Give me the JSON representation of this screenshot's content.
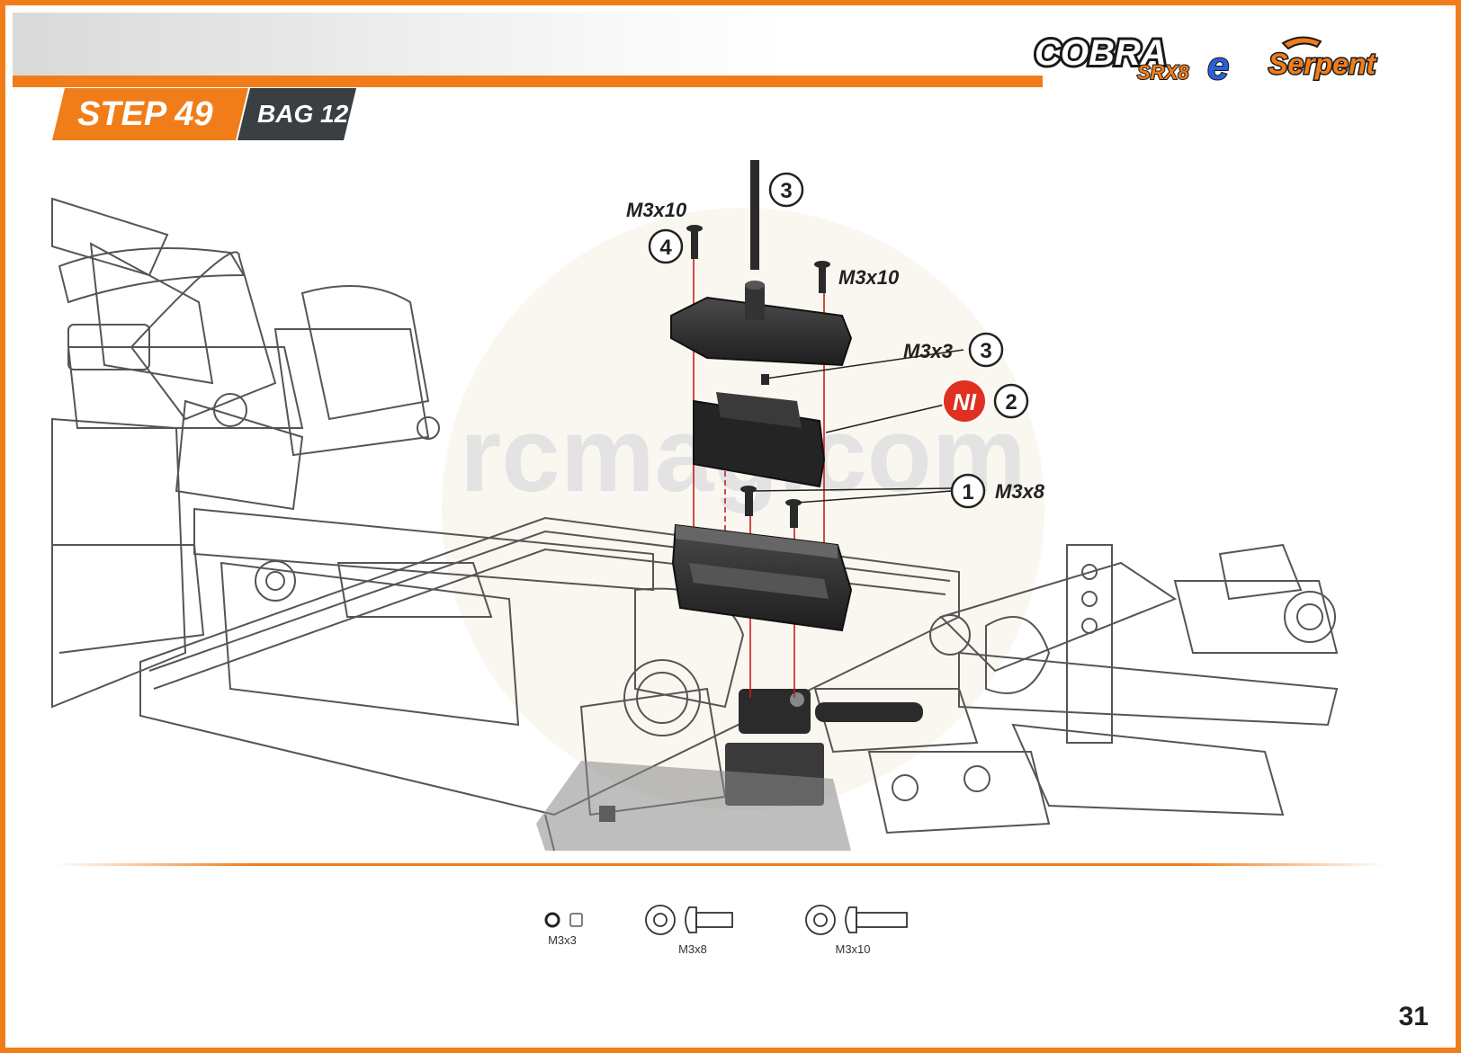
{
  "header": {
    "step_label": "STEP 49",
    "bag_label": "BAG 12",
    "brand_cobra": "COBRA",
    "brand_srx8e": "SRX8",
    "brand_e": "e",
    "brand_serpent": "Serpent"
  },
  "callouts": {
    "rod": {
      "number": "3"
    },
    "screw_top_left": {
      "number": "4",
      "size": "M3x10"
    },
    "screw_top_right": {
      "size": "M3x10"
    },
    "grub_screw": {
      "number": "3",
      "size": "M3x3"
    },
    "receiver": {
      "badge": "NI",
      "number": "2"
    },
    "box_screws": {
      "number": "1",
      "size": "M3x8"
    }
  },
  "watermark": "rcmag.com",
  "hardware": [
    {
      "label": "M3x3"
    },
    {
      "label": "M3x8"
    },
    {
      "label": "M3x10"
    }
  ],
  "page_number": "31",
  "colors": {
    "accent": "#f07d1a",
    "dark_tab": "#3a3f44",
    "callout_red": "#e03020",
    "guide_line": "#c81e1e"
  }
}
